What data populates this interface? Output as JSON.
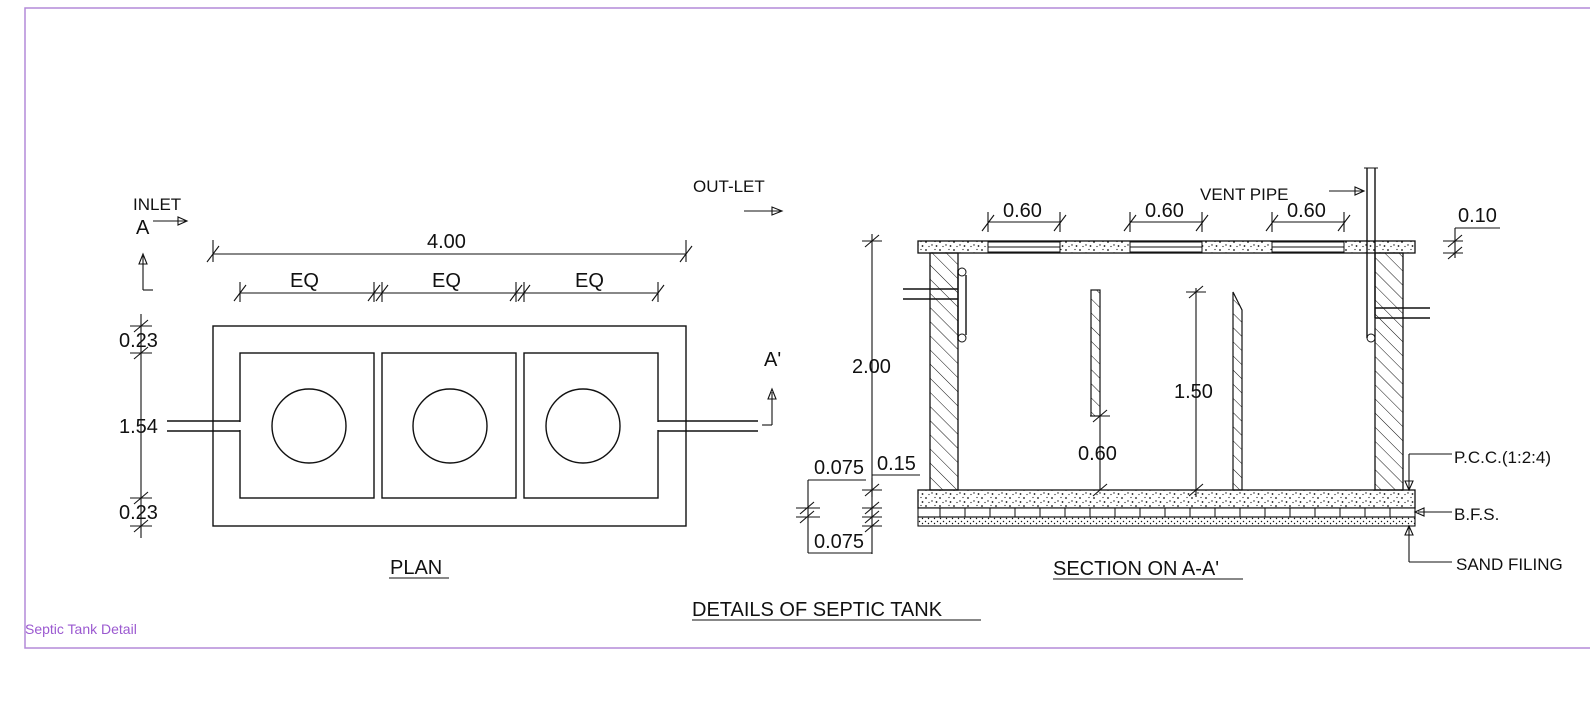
{
  "colors": {
    "frame": "#b48ad8",
    "ink": "#111111",
    "caption": "#9b59d0"
  },
  "drawing_title": "DETAILS OF SEPTIC TANK",
  "caption": "Septic Tank Detail",
  "plan": {
    "title": "PLAN",
    "inlet_label": "INLET",
    "outlet_label": "OUT-LET",
    "section_mark_left": "A",
    "section_mark_right": "A'",
    "overall_length": "4.00",
    "chamber_dims": [
      "EQ",
      "EQ",
      "EQ"
    ],
    "wall_top": "0.23",
    "inner_width": "1.54",
    "wall_bottom": "0.23"
  },
  "section": {
    "title": "SECTION ON A-A'",
    "vent_pipe_label": "VENT PIPE",
    "slab_openings": [
      "0.60",
      "0.60",
      "0.60"
    ],
    "slab_thickness": "0.10",
    "height": "2.00",
    "baffle_gap": "0.60",
    "baffle_height": "1.50",
    "pcc_thickness": "0.15",
    "bfs_thickness": "0.075",
    "sand_thickness": "0.075",
    "layers": [
      "P.C.C.(1:2:4)",
      "B.F.S.",
      "SAND FILING"
    ]
  }
}
